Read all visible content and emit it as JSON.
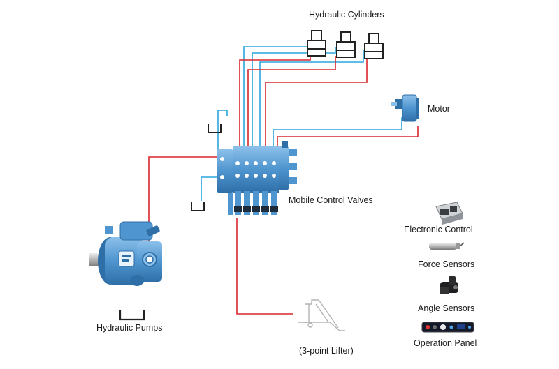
{
  "labels": {
    "hydraulic_cylinders": "Hydraulic Cylinders",
    "motor": "Motor",
    "mobile_control_valves": "Mobile Control Valves",
    "electronic_control": "Electronic Control",
    "force_sensors": "Force Sensors",
    "angle_sensors": "Angle Sensors",
    "operation_panel": "Operation Panel",
    "hydraulic_pumps": "Hydraulic Pumps",
    "lifter": "(3-point Lifter)"
  },
  "colors": {
    "pressure_line": "#d9262e",
    "return_line": "#2aa6dc",
    "component_blue": "#4f95cf",
    "component_dark": "#2f6fa8",
    "outline": "#222222"
  },
  "icons": [
    "hydraulic-cylinder-icon",
    "motor-icon",
    "control-valve-icon",
    "tank-icon",
    "hydraulic-pump-icon",
    "electronic-control-icon",
    "force-sensor-icon",
    "angle-sensor-icon",
    "operation-panel-icon",
    "lifter-icon"
  ]
}
